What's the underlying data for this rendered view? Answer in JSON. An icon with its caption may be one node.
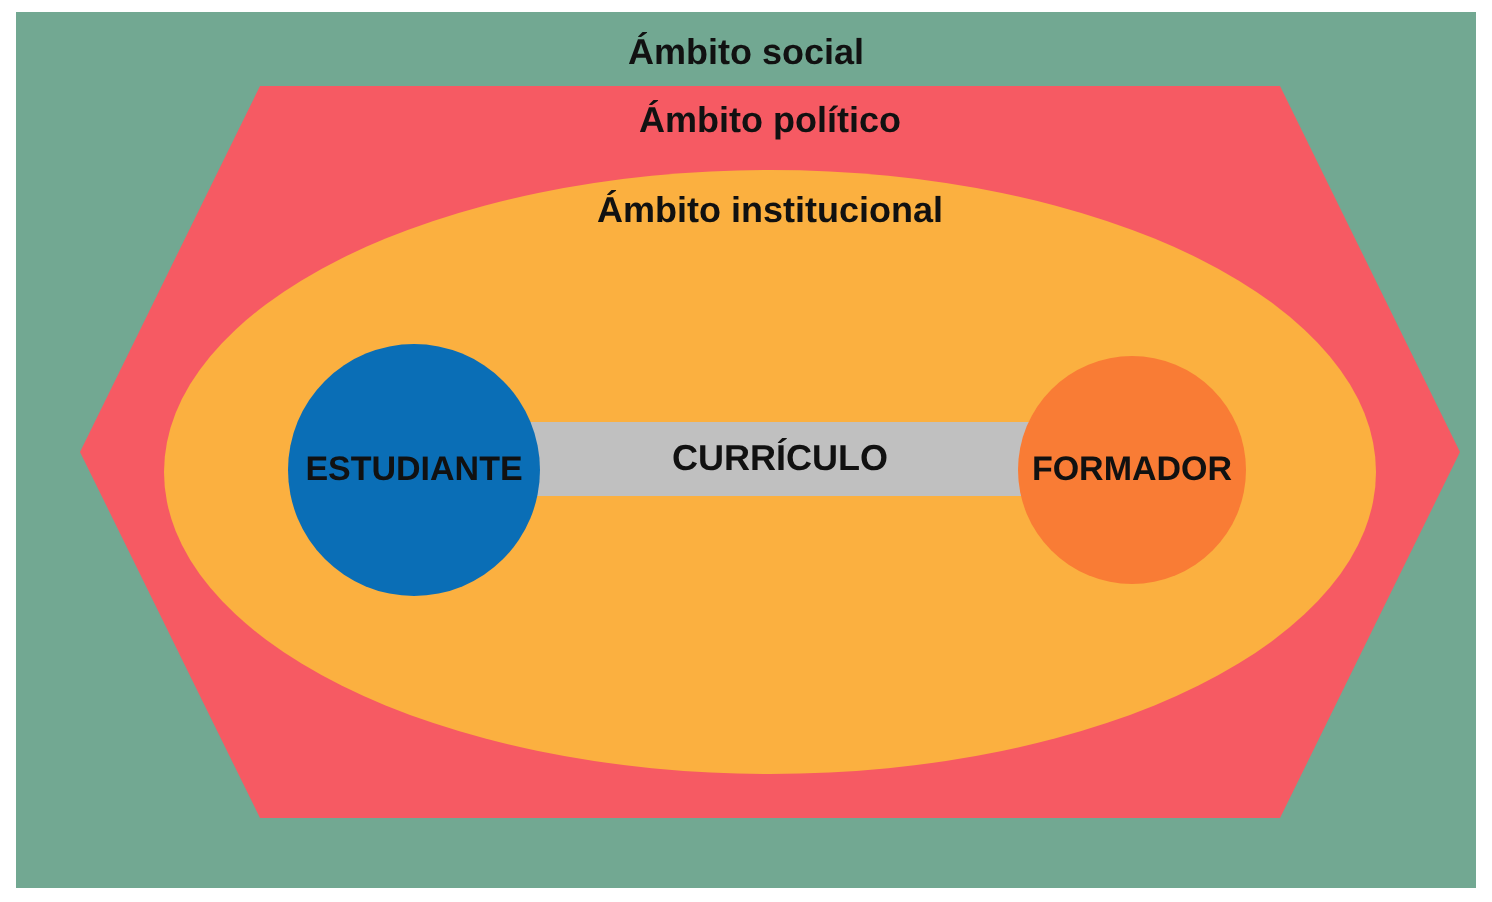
{
  "diagram": {
    "nodes": [
      {
        "text": [
          "Ámbito social"
        ]
      },
      {
        "text": [
          "Ámbito político"
        ],
        "in": 0
      },
      {
        "text": [
          "Ámbito institucional"
        ],
        "in": 1
      },
      {
        "text": [
          "ESTUDIANTE"
        ],
        "in": 2
      },
      {
        "text": [
          "CURRÍCULO"
        ],
        "in": 2
      },
      {
        "text": [
          "FORMADOR"
        ],
        "in": 2
      }
    ]
  }
}
